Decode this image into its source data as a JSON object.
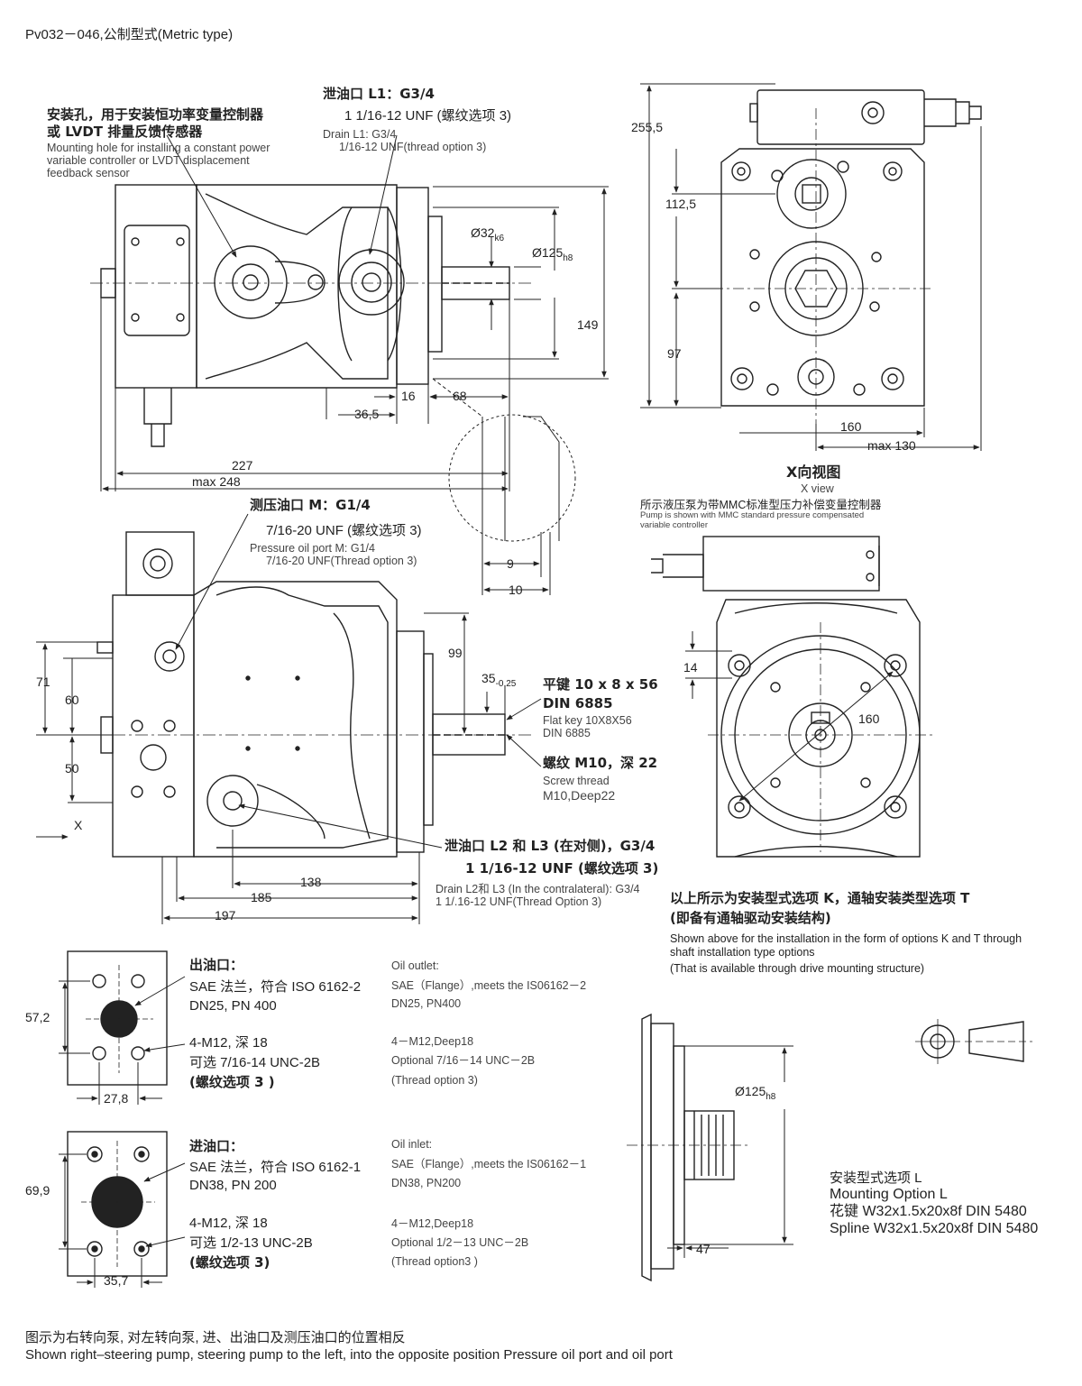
{
  "header": {
    "title": "Pv032－046,公制型式(Metric type)"
  },
  "top_view": {
    "mount_hole_zh_1": "安装孔，用于安装恒功率变量控制器",
    "mount_hole_zh_2": "或 LVDT 排量反馈传感器",
    "mount_hole_en_1": "Mounting hole for installing a constant power",
    "mount_hole_en_2": "variable controller or LVDT displacement",
    "mount_hole_en_3": "feedback sensor",
    "drain_l1_zh_1": "泄油口 L1：G3/4",
    "drain_l1_zh_2": "1 1/16-12 UNF (螺纹选项 3)",
    "drain_l1_en_1": "Drain L1: G3/4",
    "drain_l1_en_2": "1/16-12 UNF(thread option 3)",
    "dims": {
      "d32": "Ø32",
      "d32_sub": "k6",
      "d125": "Ø125",
      "d125_sub": "h8",
      "d149": "149",
      "d16": "16",
      "d68": "68",
      "d36_5": "36,5",
      "d227": "227",
      "dmax248": "max 248"
    }
  },
  "x_view": {
    "dims": {
      "d255_5": "255,5",
      "d112_5": "112,5",
      "d97": "97",
      "d160": "160",
      "dmax130": "max 130"
    },
    "title_zh": "X向视图",
    "title_en": "X view",
    "note_zh": "所示液压泵为带MMC标准型压力补偿变量控制器",
    "note_en_1": "Pump is shown with MMC standard pressure compensated",
    "note_en_2": "variable controller"
  },
  "detail": {
    "d9": "9",
    "d10": "10"
  },
  "side_view": {
    "port_m_zh_1": "测压油口 M：G1/4",
    "port_m_zh_2": "7/16-20 UNF (螺纹选项 3)",
    "port_m_en_1": "Pressure oil port M: G1/4",
    "port_m_en_2": "7/16-20 UNF(Thread option 3)",
    "dims": {
      "d71": "71",
      "d60": "60",
      "d50": "50",
      "d99": "99",
      "d35": "35",
      "d35_sub": "-0,25",
      "d138": "138",
      "d185": "185",
      "d197": "197",
      "x_label": "X"
    },
    "key_zh_1": "平键 10 x 8 x 56",
    "key_zh_2": "DIN 6885",
    "key_en_1": "Flat key 10X8X56",
    "key_en_2": "DIN 6885",
    "screw_zh": "螺纹 M10，深 22",
    "screw_en_1": "Screw thread",
    "screw_en_2": "M10,Deep22",
    "drain_l2_zh_1": "泄油口 L2 和 L3 (在对侧)，G3/4",
    "drain_l2_zh_2": "1 1/16-12 UNF (螺纹选项 3)",
    "drain_l2_en_1": "Drain L2和 L3 (In the contralateral): G3/4",
    "drain_l2_en_2": "1 1/.16-12 UNF(Thread Option 3)"
  },
  "front_view": {
    "dims": {
      "d14": "14",
      "d160": "160"
    },
    "shown_zh_1": "以上所示为安装型式选项 K，通轴安装类型选项 T",
    "shown_zh_2": "(即备有通轴驱动安装结构)",
    "shown_en_1": "Shown above for the installation in the form of options K and T through",
    "shown_en_2": "shaft installation type options",
    "shown_en_3": "(That is available through drive mounting structure)"
  },
  "outlet": {
    "zh_title": "出油口：",
    "zh_1": "SAE 法兰，符合 ISO 6162-2",
    "zh_2": "DN25, PN 400",
    "zh_3": "4-M12, 深 18",
    "zh_4": "可选 7/16-14 UNC-2B",
    "zh_5": "(螺纹选项 3 )",
    "en_title": "Oil outlet:",
    "en_1": "SAE（Flange）,meets the IS06162－2",
    "en_2": "DN25, PN400",
    "en_3": "4－M12,Deep18",
    "en_4": "Optional 7/16－14 UNC－2B",
    "en_5": "(Thread option 3)",
    "dims": {
      "d57_2": "57,2",
      "d27_8": "27,8"
    }
  },
  "inlet": {
    "zh_title": "进油口：",
    "zh_1": "SAE 法兰，符合 ISO 6162-1",
    "zh_2": "DN38, PN 200",
    "zh_3": "4-M12, 深 18",
    "zh_4": "可选 1/2-13 UNC-2B",
    "zh_5": "(螺纹选项 3)",
    "en_title": "Oil inlet:",
    "en_1": "SAE（Flange）,meets the IS06162－1",
    "en_2": "DN38, PN200",
    "en_3": "4－M12,Deep18",
    "en_4": "Optional 1/2－13 UNC－2B",
    "en_5": "(Thread option3 )",
    "dims": {
      "d69_9": "69,9",
      "d35_7": "35,7"
    }
  },
  "option_l": {
    "d125": "Ø125",
    "d125_sub": "h8",
    "d47": "47",
    "zh_1": "安装型式选项 L",
    "en_1": "Mounting Option L",
    "zh_2": "花键 W32x1.5x20x8f DIN 5480",
    "en_2": "Spline W32x1.5x20x8f DIN 5480"
  },
  "footer": {
    "zh": "图示为右转向泵, 对左转向泵, 进、出油口及测压油口的位置相反",
    "en": "Shown right–steering pump, steering pump to the left, into the opposite position Pressure oil port and oil port"
  }
}
